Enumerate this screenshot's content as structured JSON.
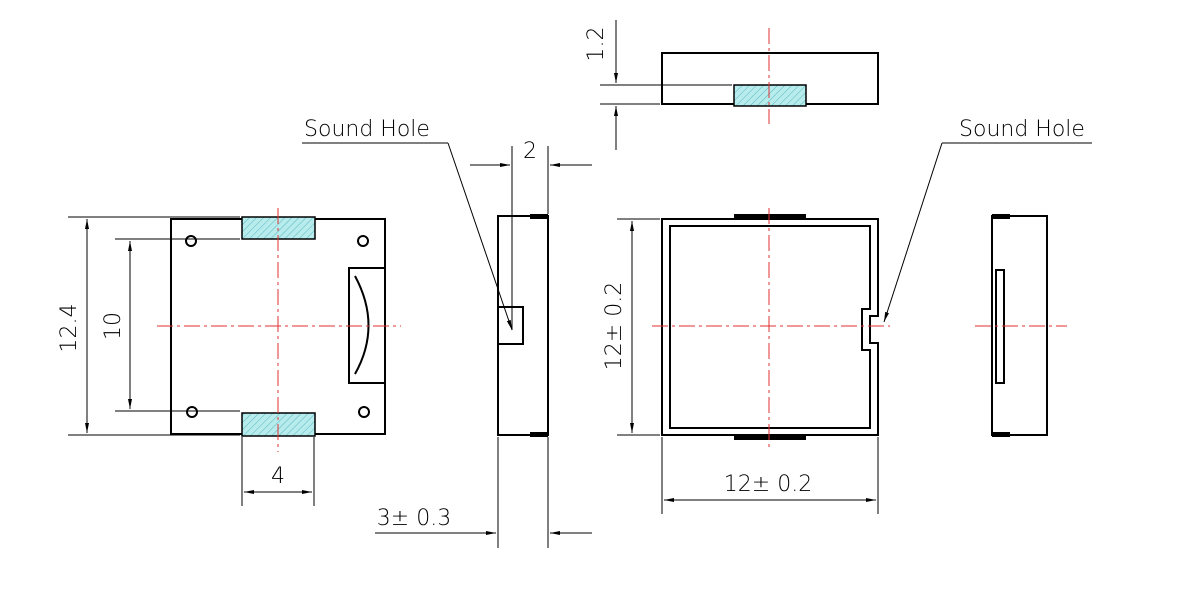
{
  "labels": {
    "sound_hole_left": "Sound Hole",
    "sound_hole_right": "Sound Hole"
  },
  "dimensions": {
    "height_1_2": "1.2",
    "width_2": "2",
    "height_12_4": "12.4",
    "height_10": "10",
    "width_4": "4",
    "thickness_3": "3± 0.3",
    "height_12": "12± 0.2",
    "width_12": "12± 0.2"
  },
  "colors": {
    "outline": "#000000",
    "centerline": "#e03030",
    "pad_fill": "#b8ecec"
  }
}
